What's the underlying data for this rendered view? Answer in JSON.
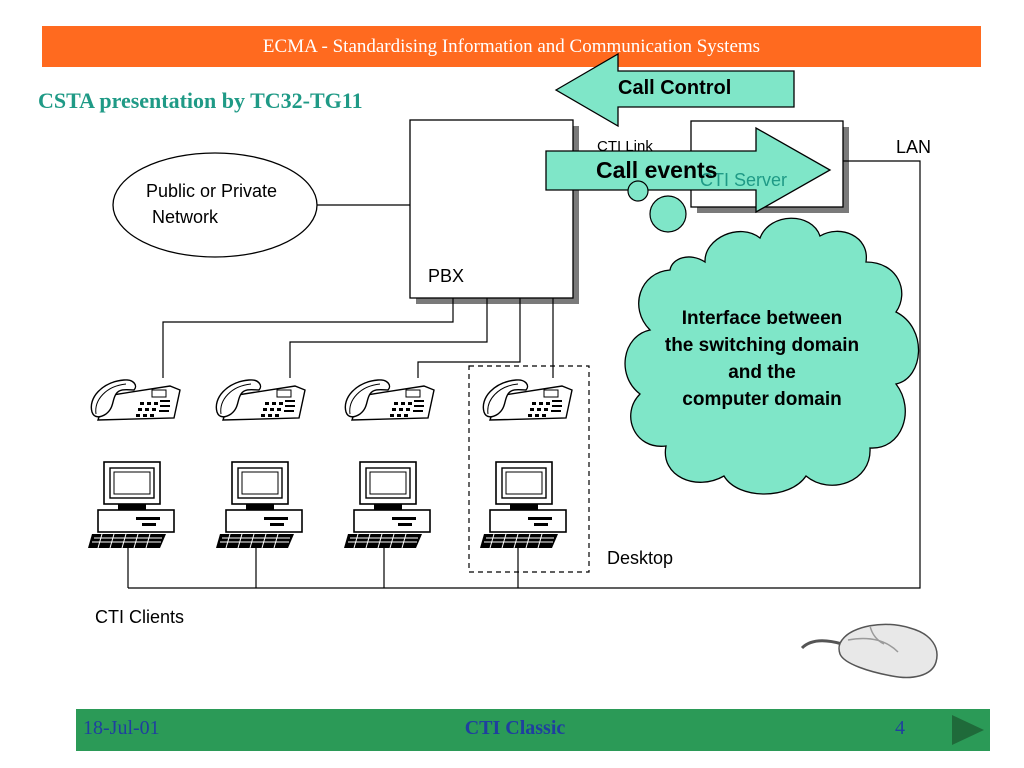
{
  "header": {
    "title": "ECMA - Standardising Information and Communication Systems"
  },
  "slide": {
    "title": "CSTA presentation by TC32-TG11"
  },
  "diagram": {
    "call_control": "Call Control",
    "call_events": "Call events",
    "cti_link": "CTI Link",
    "cti_server": "CTI Server",
    "lan": "LAN",
    "network_line1": "Public or Private",
    "network_line2": "Network",
    "pbx": "PBX",
    "cloud_lines": [
      "Interface between",
      "the switching domain",
      "and the",
      "computer domain"
    ],
    "desktop": "Desktop",
    "cti_clients": "CTI Clients"
  },
  "footer": {
    "date": "18-Jul-01",
    "title": "CTI Classic",
    "page": "4"
  },
  "colors": {
    "header_bg": "#ff6a1f",
    "title_teal": "#1f9a86",
    "arrow_fill": "#7fe6c8",
    "cloud_fill": "#7fe6c8",
    "footer_bg": "#2b9a57",
    "footer_text": "#1f3f9f"
  },
  "icons": [
    "telephone-icon",
    "desktop-computer-icon",
    "mouse-icon",
    "next-slide-icon"
  ]
}
